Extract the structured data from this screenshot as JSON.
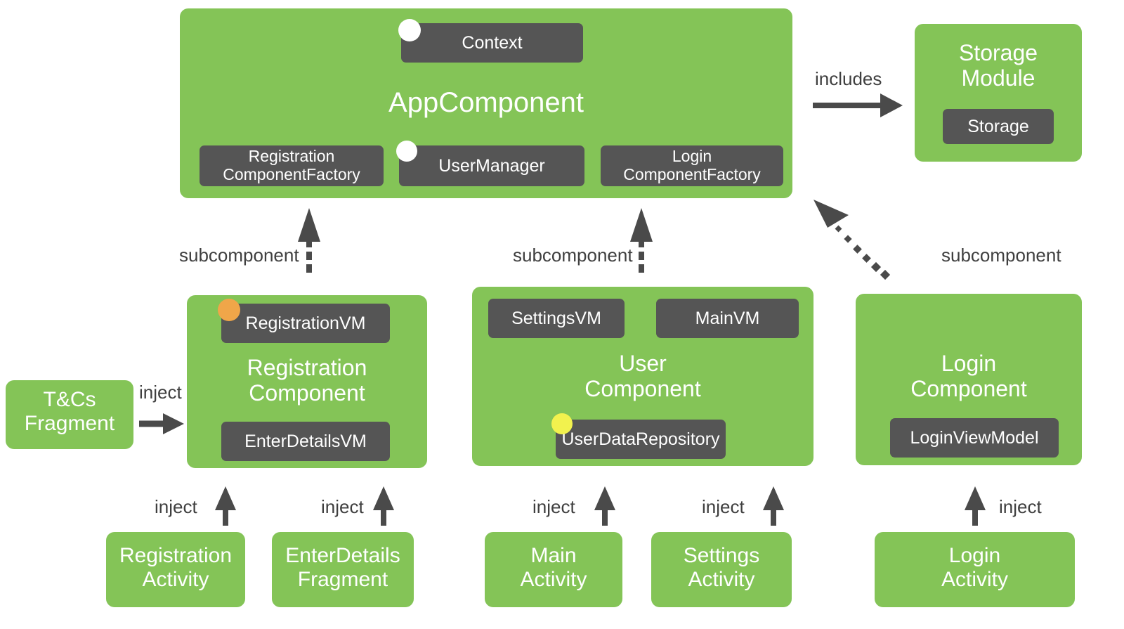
{
  "diagram": {
    "title": "Dagger Android dependency injection component graph",
    "colors": {
      "component_green": "#84c457",
      "binding_dark": "#555555",
      "dot_white": "#ffffff",
      "dot_orange": "#f0a649",
      "dot_yellow": "#f2f24e",
      "arrow_gray": "#4a4a4a",
      "label_text": "#3f3f3f",
      "background": "#ffffff"
    },
    "app_component": {
      "name": "AppComponent",
      "bindings": [
        {
          "name": "Context",
          "dot": "white"
        },
        {
          "name": "Registration\nComponentFactory",
          "dot": "none"
        },
        {
          "name": "UserManager",
          "dot": "white"
        },
        {
          "name": "Login\nComponentFactory",
          "dot": "none"
        }
      ]
    },
    "storage_module": {
      "name": "Storage\nModule",
      "bindings": [
        {
          "name": "Storage"
        }
      ]
    },
    "registration_component": {
      "name": "Registration\nComponent",
      "bindings": [
        {
          "name": "RegistrationVM",
          "dot": "orange"
        },
        {
          "name": "EnterDetailsVM",
          "dot": "none"
        }
      ]
    },
    "user_component": {
      "name": "User\nComponent",
      "bindings": [
        {
          "name": "SettingsVM",
          "dot": "none"
        },
        {
          "name": "MainVM",
          "dot": "none"
        },
        {
          "name": "UserDataRepository",
          "dot": "yellow"
        }
      ]
    },
    "login_component": {
      "name": "Login\nComponent",
      "bindings": [
        {
          "name": "LoginViewModel",
          "dot": "none"
        }
      ]
    },
    "clients": {
      "tcs_fragment": "T&Cs\nFragment",
      "registration_activity": "Registration\nActivity",
      "enter_details_fragment": "EnterDetails\nFragment",
      "main_activity": "Main\nActivity",
      "settings_activity": "Settings\nActivity",
      "login_activity": "Login\nActivity"
    },
    "edges": {
      "includes": "includes",
      "subcomponent_registration": "subcomponent",
      "subcomponent_user": "subcomponent",
      "subcomponent_login": "subcomponent",
      "inject_tcs": "inject",
      "inject_registration_activity": "inject",
      "inject_enter_details_fragment": "inject",
      "inject_main_activity": "inject",
      "inject_settings_activity": "inject",
      "inject_login_activity": "inject"
    }
  }
}
